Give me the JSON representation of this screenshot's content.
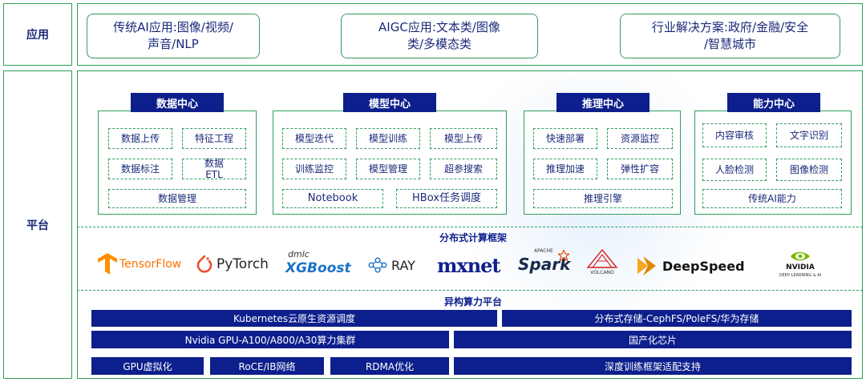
{
  "sides": {
    "app": "应用",
    "platform": "平台"
  },
  "apps": [
    "传统AI应用:图像/视频/\n声音/NLP",
    "AIGC应用:文本类/图像\n类/多模态类",
    "行业解决方案:政府/金融/安全\n/智慧城市"
  ],
  "panels": {
    "data_center": {
      "title": "数据中心",
      "items": [
        "数据上传",
        "特征工程",
        "数据标注",
        "数据\nETL",
        "数据管理"
      ]
    },
    "model_center": {
      "title": "模型中心",
      "items": [
        "模型迭代",
        "模型训练",
        "模型上传",
        "训练监控",
        "模型管理",
        "超参搜索",
        "Notebook",
        "HBox任务调度"
      ]
    },
    "inference_center": {
      "title": "推理中心",
      "items": [
        "快速部署",
        "资源监控",
        "推理加速",
        "弹性扩容",
        "推理引擎"
      ]
    },
    "capability_center": {
      "title": "能力中心",
      "items": [
        "内容审核",
        "文字识别",
        "人脸检测",
        "图像检测",
        "传统AI能力"
      ]
    }
  },
  "distributed": {
    "title": "分布式计算框架",
    "logos": {
      "tensorflow": "TensorFlow",
      "pytorch": "PyTorch",
      "xgboost_top": "dmlc",
      "xgboost": "XGBoost",
      "ray": "RAY",
      "mxnet": "mxnet",
      "spark_top": "APACHE",
      "spark": "Spark",
      "volcano": "VOLCANO",
      "deepspeed": "DeepSpeed",
      "nvidia": "NVIDIA",
      "nvidia_sub": "DEEP LEARNING & AI"
    }
  },
  "heterogeneous": {
    "title": "异构算力平台",
    "bars": {
      "k8s": "Kubernetes云原生资源调度",
      "storage": "分布式存储-CephFS/PoleFS/华为存储",
      "gpu": "Nvidia GPU-A100/A800/A30算力集群",
      "chip": "国产化芯片",
      "gpu_virt": "GPU虚拟化",
      "roce": "RoCE/IB网络",
      "rdma": "RDMA优化",
      "dl_adapt": "深度训练框架适配支持"
    }
  },
  "colors": {
    "navy": "#0d1f8c",
    "green": "#2f9e5a",
    "tensorflow_orange": "#ff8f00",
    "pytorch_orange": "#ee4c2c",
    "xgboost_blue": "#1a73c8",
    "volcano_red": "#d8282a",
    "nvidia_green": "#76b900"
  }
}
